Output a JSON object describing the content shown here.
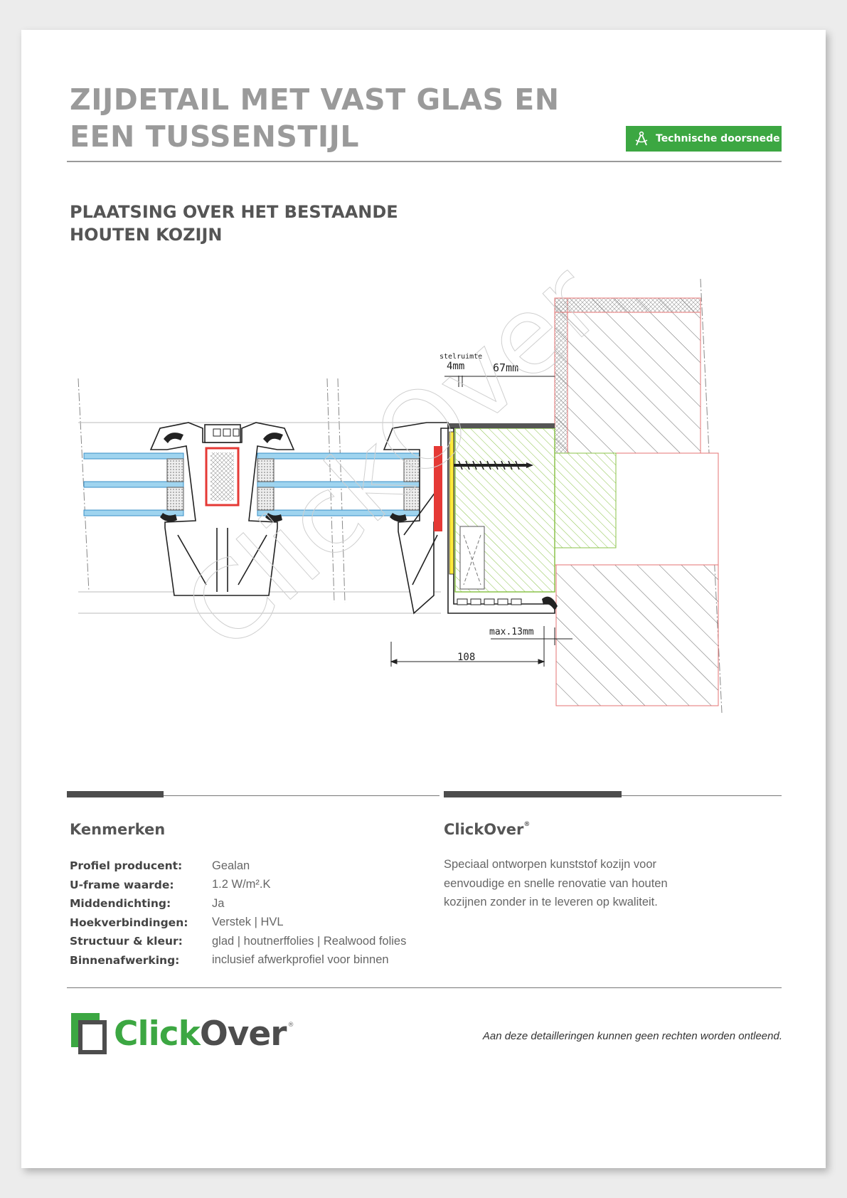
{
  "header": {
    "title_line1": "ZIJDETAIL MET VAST GLAS EN",
    "title_line2": "EEN TUSSENSTIJL",
    "badge_label": "Technische doorsnede",
    "badge_icon": "compass-icon"
  },
  "subtitle": {
    "line1": "PLAATSING OVER HET BESTAANDE",
    "line2": "HOUTEN KOZIJN"
  },
  "drawing": {
    "label_stelruimte": "stelruimte",
    "label_4mm": "4mm",
    "label_67mm": "67mm",
    "label_max13": "max.13mm",
    "label_108": "108",
    "watermark": "ClickOver"
  },
  "kenmerken": {
    "heading": "Kenmerken",
    "rows": [
      {
        "label": "Profiel producent:",
        "value": "Gealan"
      },
      {
        "label": "U-frame waarde:",
        "value": "1.2 W/m².K"
      },
      {
        "label": "Middendichting:",
        "value": "Ja"
      },
      {
        "label": "Hoekverbindingen:",
        "value": "Verstek | HVL"
      },
      {
        "label": "Structuur & kleur:",
        "value": "glad | houtnerffolies | Realwood folies"
      },
      {
        "label": "Binnenafwerking:",
        "value": "inclusief afwerkprofiel voor binnen"
      }
    ]
  },
  "clickover": {
    "heading": "ClickOver",
    "reg": "®",
    "description": "Speciaal ontworpen kunststof kozijn voor eenvoudige en snelle renovatie van houten kozijnen zonder in te leveren op kwaliteit."
  },
  "footer": {
    "logo_click": "Click",
    "logo_over": "Over",
    "logo_reg": "®",
    "disclaimer": "Aan deze detailleringen kunnen geen rechten worden ontleend."
  },
  "colors": {
    "accent_green": "#3ca742",
    "title_grey": "#9a9a9a",
    "dark_grey": "#4d4d4d"
  }
}
